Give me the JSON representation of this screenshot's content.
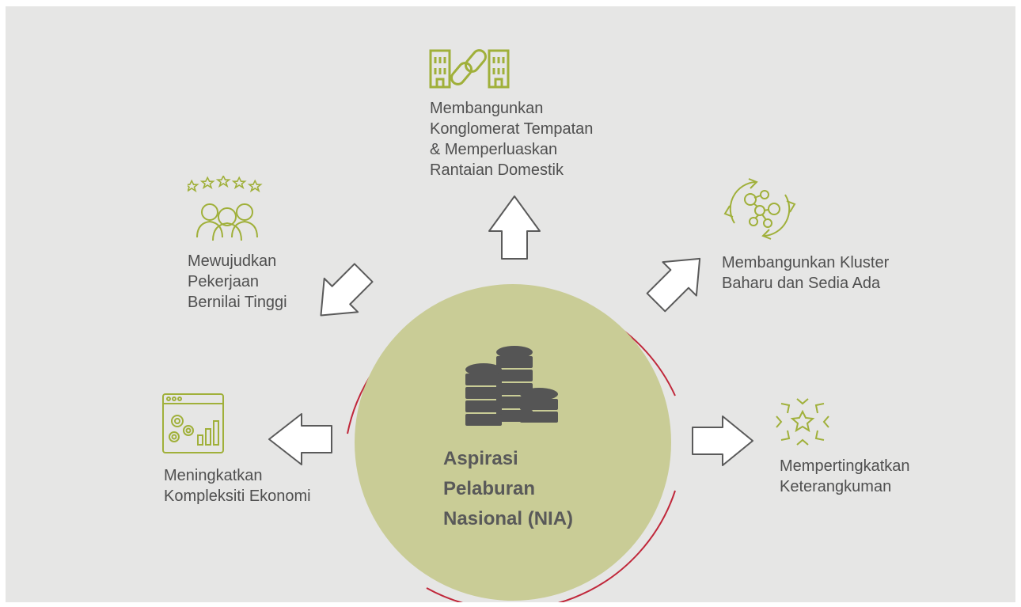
{
  "center": {
    "title_lines": [
      "Aspirasi",
      "Pelaburan",
      "Nasional (NIA)"
    ]
  },
  "items": [
    {
      "icon": "building-link-icon",
      "lines": [
        "Membangunkan",
        "Konglomerat Tempatan",
        "& Memperluaskan",
        "Rantaian Domestik"
      ]
    },
    {
      "icon": "team-rating-icon",
      "lines": [
        "Mewujudkan",
        "Pekerjaan",
        "Bernilai Tinggi"
      ]
    },
    {
      "icon": "cluster-cycle-icon",
      "lines": [
        "Membangunkan Kluster",
        "Baharu dan Sedia Ada"
      ]
    },
    {
      "icon": "analytics-gears-icon",
      "lines": [
        "Meningkatkan",
        "Kompleksiti Ekonomi"
      ]
    },
    {
      "icon": "star-arrows-icon",
      "lines": [
        "Mempertingkatkan",
        "Keterangkuman"
      ]
    }
  ],
  "colors": {
    "background": "#e6e6e5",
    "circle_fill": "#c9cc96",
    "ring": "#c0273a",
    "icon_green": "#a0b03a",
    "coins": "#555555",
    "arrow_stroke": "#5a5a5a",
    "text": "#4f4f4f"
  }
}
